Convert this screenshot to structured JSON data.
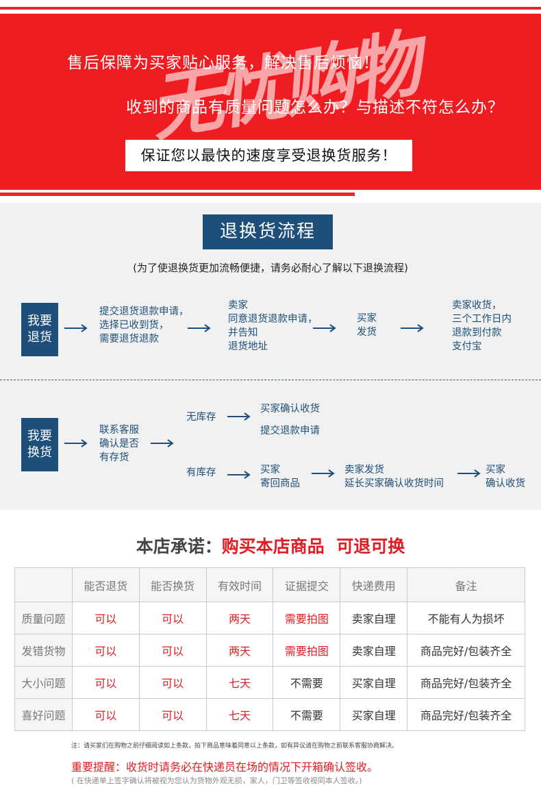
{
  "banner": {
    "watermark": "无忧购物",
    "line1": "售后保障为买家贴心服务，解决售后烦恼！",
    "line2": "收到的商品有质量问题怎么办？与描述不符怎么办？",
    "box": "保证您以最快的速度享受退换货服务！"
  },
  "process": {
    "title": "退换货流程",
    "subtitle": "(为了使退换货更加流畅便捷，请务必耐心了解以下退换流程)",
    "return": {
      "label": "我要退货",
      "step1": "提交退货退款申请，\n选择已收到货，\n需要退货退款",
      "step2": "卖家\n同意退货退款申请，\n并告知\n退货地址",
      "step3": "买家\n发货",
      "step4": "卖家收货，\n三个工作日内\n退款到付款\n支付宝"
    },
    "exchange": {
      "label": "我要换货",
      "step1": "联系客服\n确认是否\n有存货",
      "no_stock": "无库存",
      "no_stock_a": "买家确认收货",
      "no_stock_b": "提交退款申请",
      "in_stock": "有库存",
      "in_stock_1": "买家\n寄回商品",
      "in_stock_2": "卖家发货\n延长买家确认收货时间",
      "in_stock_3": "买家\n确认收货"
    }
  },
  "promise": {
    "prefix": "本店承诺：",
    "text1": "购买本店商品",
    "text2": "可退可换"
  },
  "table": {
    "headers": [
      "",
      "能否退货",
      "能否换货",
      "有效时间",
      "证据提交",
      "快递费用",
      "备注"
    ],
    "rows": [
      [
        "质量问题",
        "可以",
        "可以",
        "两天",
        "需要拍图",
        "卖家自理",
        "不能有人为损坏"
      ],
      [
        "发错货物",
        "可以",
        "可以",
        "两天",
        "需要拍图",
        "卖家自理",
        "商品完好/包装齐全"
      ],
      [
        "大小问题",
        "可以",
        "可以",
        "七天",
        "不需要",
        "买家自理",
        "商品完好/包装齐全"
      ],
      [
        "喜好问题",
        "可以",
        "可以",
        "七天",
        "不需要",
        "买家自理",
        "商品完好/包装齐全"
      ]
    ]
  },
  "notes": {
    "small": "注：请买家们在购物之前仔细阅读如上条款，拍下商品意味着同意以上条款，如有异议请在购物之前联系客服协商解决。",
    "important": "重要提醒：收货时请务必在快递员在场的情况下开箱确认签收。",
    "sub": "( 在快递单上签字确认将被视为您认为货物外观无损，家人，门卫等签收视同本人签收。)"
  },
  "colors": {
    "banner_red": "#ef1d22",
    "navy": "#1d4f7a",
    "accent_red": "#e01b22"
  }
}
